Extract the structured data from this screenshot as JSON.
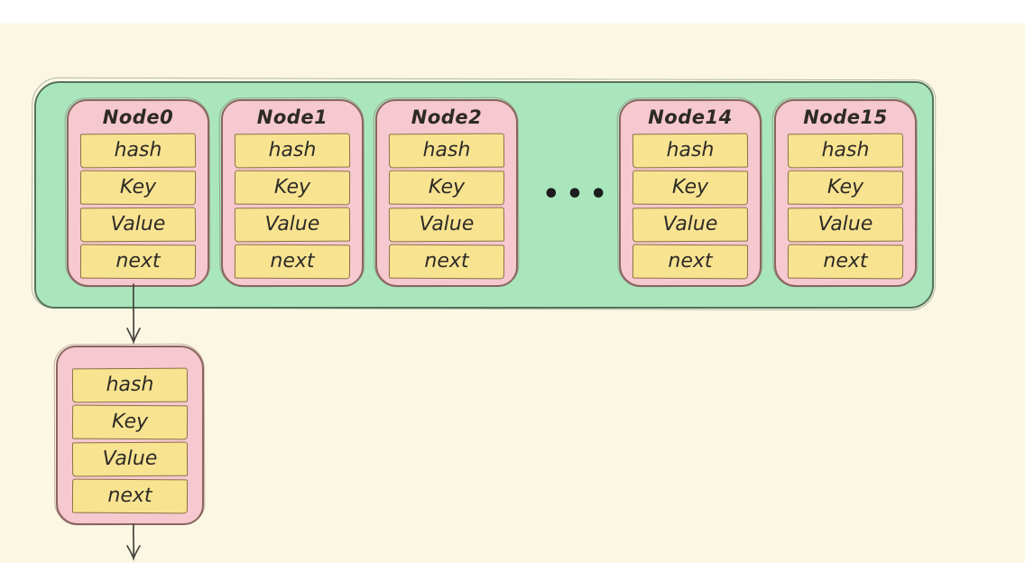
{
  "colors": {
    "canvas_bg": "#FCF7E3",
    "top_strip": "#FFFFFF",
    "bucket_fill": "#AAE6BC",
    "bucket_border": "#55735B",
    "node_fill": "#F6C8CF",
    "node_border": "#8A6560",
    "field_fill": "#F8E391",
    "field_border": "#8A7344",
    "text": "#2D2A26",
    "arrow": "#44433B"
  },
  "diagram": {
    "bucket_array": {
      "nodes": [
        {
          "title": "Node0",
          "fields": [
            "hash",
            "Key",
            "Value",
            "next"
          ]
        },
        {
          "title": "Node1",
          "fields": [
            "hash",
            "Key",
            "Value",
            "next"
          ]
        },
        {
          "title": "Node2",
          "fields": [
            "hash",
            "Key",
            "Value",
            "next"
          ]
        },
        {
          "title": "Node14",
          "fields": [
            "hash",
            "Key",
            "Value",
            "next"
          ]
        },
        {
          "title": "Node15",
          "fields": [
            "hash",
            "Key",
            "Value",
            "next"
          ]
        }
      ],
      "ellipsis": "•••"
    },
    "chained_node": {
      "fields": [
        "hash",
        "Key",
        "Value",
        "next"
      ]
    }
  }
}
